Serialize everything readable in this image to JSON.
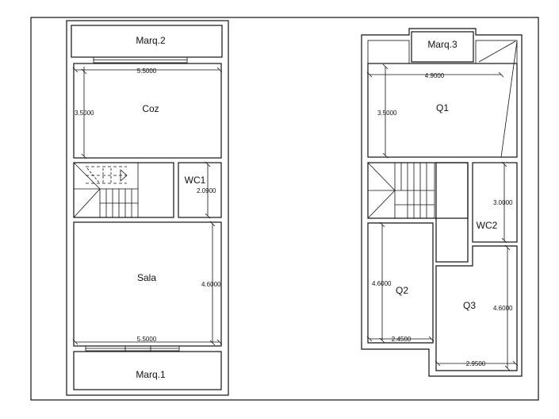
{
  "ground_floor": {
    "rooms": {
      "marq2": "Marq.2",
      "coz": "Coz",
      "wc1": "WC1",
      "sala": "Sala",
      "marq1": "Marq.1"
    },
    "dimensions": {
      "coz_width": "5.5000",
      "coz_depth": "3.5000",
      "wc1_depth": "2.0900",
      "sala_depth": "4.6000",
      "sala_width": "5.5000"
    }
  },
  "upper_floor": {
    "rooms": {
      "marq3": "Marq.3",
      "q1": "Q1",
      "wc2": "WC2",
      "q2": "Q2",
      "q3": "Q3"
    },
    "dimensions": {
      "q1_width": "4.9000",
      "q1_depth": "3.5000",
      "wc2_depth": "3.0000",
      "q2_depth": "4.6000",
      "q2_width": "2.4500",
      "q3_depth": "4.6000",
      "q3_width": "2.9500"
    }
  }
}
